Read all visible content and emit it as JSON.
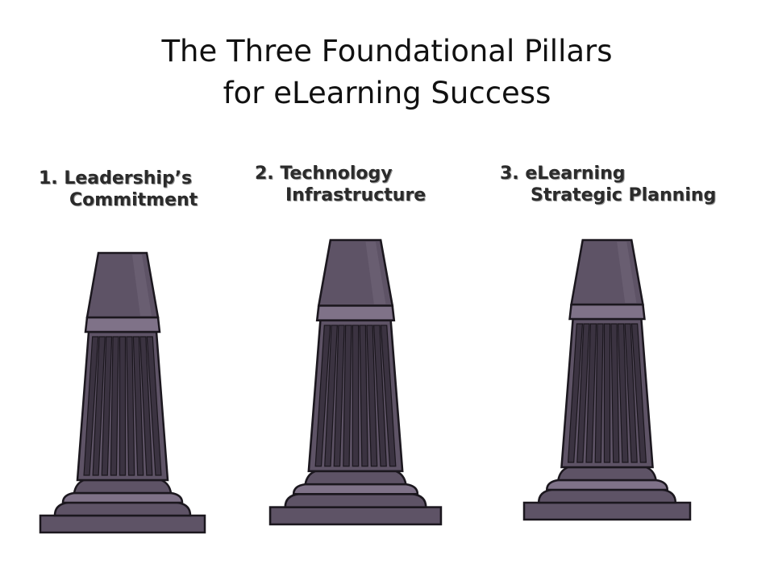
{
  "title": {
    "line1": "The Three Foundational Pillars",
    "line2": "for eLearning Success"
  },
  "pillars": [
    {
      "number": "1.",
      "line1": "Leadership’s",
      "line2": "Commitment"
    },
    {
      "number": "2.",
      "line1": "Technology",
      "line2": "Infrastructure"
    },
    {
      "number": "3.",
      "line1": "eLearning",
      "line2": "Strategic Planning"
    }
  ],
  "colors": {
    "pillar_main": "#5e5366",
    "pillar_dark": "#3b3341",
    "pillar_light": "#7f7288",
    "outline": "#1b171e"
  }
}
